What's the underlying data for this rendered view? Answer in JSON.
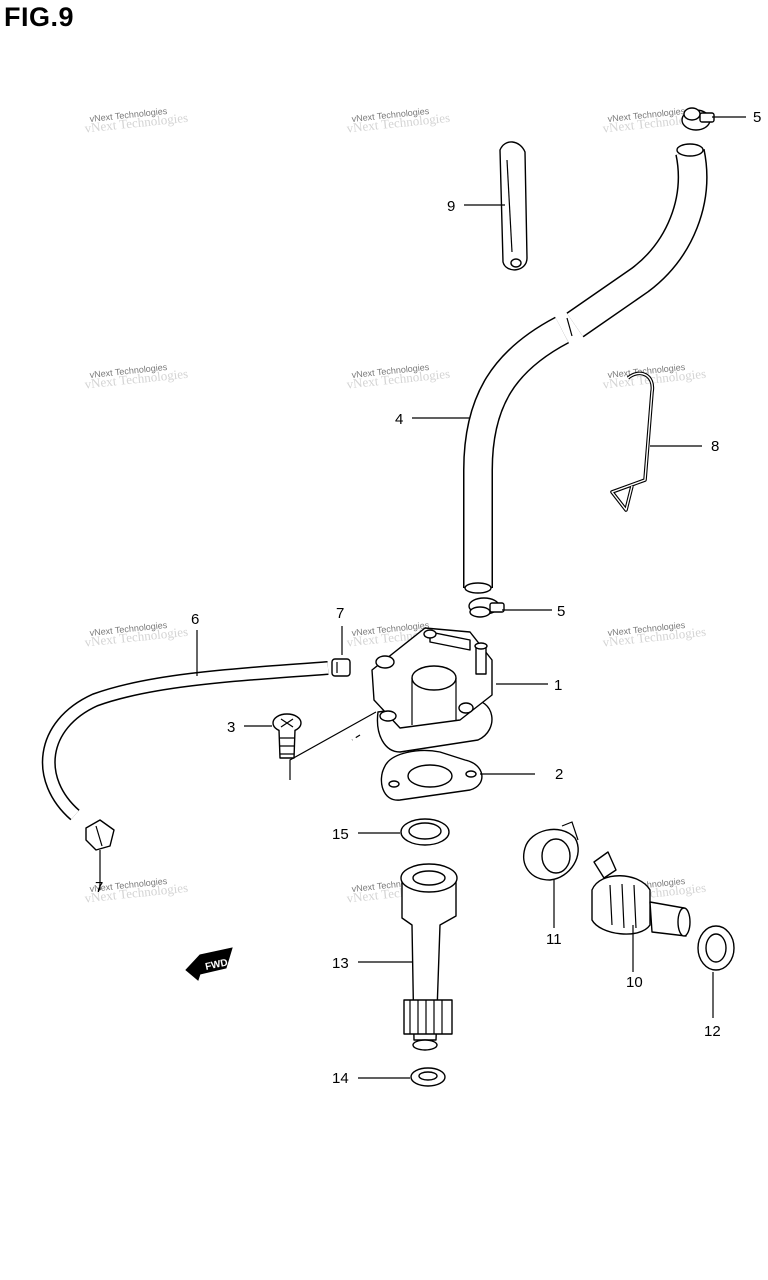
{
  "title": "FIG.9",
  "watermark": "vNext Technologies",
  "fwd_label": "FWD",
  "callouts": [
    {
      "id": "5a",
      "label": "5"
    },
    {
      "id": "9",
      "label": "9"
    },
    {
      "id": "4",
      "label": "4"
    },
    {
      "id": "8",
      "label": "8"
    },
    {
      "id": "7a",
      "label": "7"
    },
    {
      "id": "6",
      "label": "6"
    },
    {
      "id": "5b",
      "label": "5"
    },
    {
      "id": "1",
      "label": "1"
    },
    {
      "id": "3",
      "label": "3"
    },
    {
      "id": "2",
      "label": "2"
    },
    {
      "id": "15",
      "label": "15"
    },
    {
      "id": "11",
      "label": "11"
    },
    {
      "id": "7b",
      "label": "7"
    },
    {
      "id": "13",
      "label": "13"
    },
    {
      "id": "10",
      "label": "10"
    },
    {
      "id": "12",
      "label": "12"
    },
    {
      "id": "14",
      "label": "14"
    }
  ]
}
